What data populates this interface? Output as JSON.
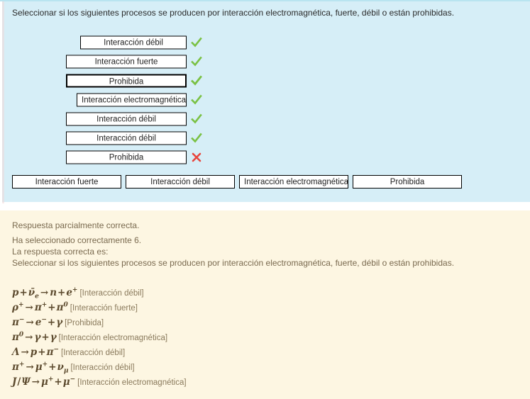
{
  "question": {
    "prompt": "Seleccionar si los siguientes procesos se producen por interacción electromagnética, fuerte, débil o están prohibidas.",
    "rows": [
      {
        "formula_text": "p + ν̄e → n + e+",
        "answer": "Interacción débil",
        "mark": "check",
        "mark_color": "#7ac143"
      },
      {
        "formula_text": "ρ+ → π+ + π0",
        "answer": "Interacción fuerte",
        "mark": "check",
        "mark_color": "#7ac143"
      },
      {
        "formula_text": "π− → e− + γ",
        "answer": "Prohibida",
        "mark": "check",
        "mark_color": "#7ac143"
      },
      {
        "formula_text": "π0 → γ + γ",
        "answer": "Interacción electromagnética",
        "mark": "check",
        "mark_color": "#7ac143"
      },
      {
        "formula_text": "Λ → p + π−",
        "answer": "Interacción débil",
        "mark": "check",
        "mark_color": "#7ac143"
      },
      {
        "formula_text": "π+ → μ+ + νμ",
        "answer": "Interacción débil",
        "mark": "check",
        "mark_color": "#7ac143"
      },
      {
        "formula_text": "J/Ψ → μ+ + μ−",
        "answer": "Prohibida",
        "mark": "cross",
        "mark_color": "#e8453c"
      }
    ],
    "options": [
      {
        "label": "Interacción fuerte"
      },
      {
        "label": "Interacción débil"
      },
      {
        "label": "Interacción electromagnética"
      },
      {
        "label": "Prohibida"
      }
    ]
  },
  "feedback": {
    "status": "Respuesta parcialmente correcta.",
    "score_line": "Ha seleccionado correctamente 6.",
    "correct_intro": "La respuesta correcta es:",
    "correct_prompt": "Seleccionar si los siguientes procesos se producen por interacción electromagnética, fuerte, débil o están prohibidas.",
    "answers": [
      {
        "formula_text": "p + ν̄e → n + e+",
        "label": "[Interacción débil]"
      },
      {
        "formula_text": "ρ+ → π+ + π0",
        "label": "[Interacción fuerte]"
      },
      {
        "formula_text": "π− → e− + γ",
        "label": "[Prohibida]"
      },
      {
        "formula_text": "π0 → γ + γ",
        "label": "[Interacción electromagnética]"
      },
      {
        "formula_text": "Λ → p + π−",
        "label": "[Interacción débil]"
      },
      {
        "formula_text": "π+ → μ+ + νμ",
        "label": "[Interacción débil]"
      },
      {
        "formula_text": "J/Ψ → μ+ + μ−",
        "label": "[Interacción electromagnética]"
      }
    ]
  },
  "colors": {
    "question_bg": "#d6eef7",
    "feedback_bg": "#fdf6e2",
    "feedback_text": "#7a6a4f",
    "check": "#7ac143",
    "cross": "#e8453c"
  }
}
